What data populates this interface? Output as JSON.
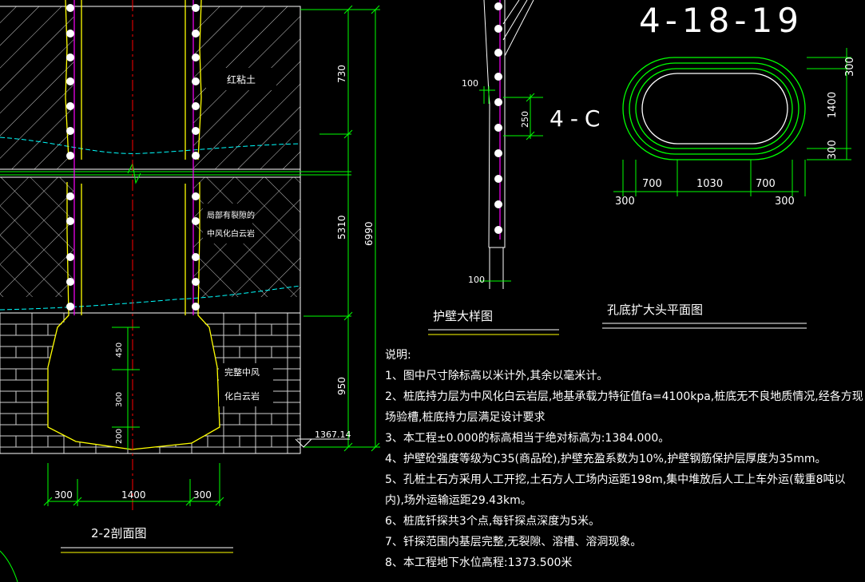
{
  "section": {
    "title": "2-2剖面图",
    "soil_labels": {
      "red_clay": "红粘土",
      "fissured_line1": "局部有裂隙的",
      "fissured_line2": "中风化白云岩",
      "intact_line1": "完整中风",
      "intact_line2": "化白云岩"
    },
    "dims_right": {
      "d730": "730",
      "d5310": "5310",
      "d6990": "6990",
      "d950": "950"
    },
    "dims_inner": {
      "d450": "450",
      "d300": "300",
      "d200": "200"
    },
    "dims_bottom": {
      "left": "300",
      "mid": "1400",
      "right": "300"
    },
    "elevation": "1367.14"
  },
  "detail": {
    "title": "护壁大样图",
    "dim_100_top": "100",
    "dim_250": "250",
    "dim_100_bottom": "100",
    "section_mark": "4-C"
  },
  "plan": {
    "title": "孔底扩大头平面图",
    "label_top": "4-18-19",
    "dims_bottom": {
      "a": "700",
      "b": "1030",
      "c": "700",
      "l300": "300",
      "r300": "300"
    },
    "dims_right": {
      "top300": "300",
      "mid1400": "1400",
      "bot300": "300"
    }
  },
  "notes": {
    "heading": "说明:",
    "items": [
      "1、图中尺寸除标高以米计外,其余以毫米计。",
      "2、桩底持力层为中风化白云岩层,地基承载力特征值fa=4100kpa,桩底无不良地质情况,经各方现场验槽,桩底持力层满足设计要求",
      "3、本工程±0.000的标高相当于绝对标高为:1384.000。",
      "4、护壁砼强度等级为C35(商品砼),护壁充盈系数为10%,护壁钢筋保护层厚度为35mm。",
      "5、孔桩土石方采用人工开挖,土石方人工场内运距198m,集中堆放后人工上车外运(载重8吨以内),场外运输运距29.43km。",
      "6、桩底钎探共3个点,每钎探点深度为5米。",
      "7、钎探范围内基层完整,无裂隙、溶槽、溶洞现象。",
      "8、本工程地下水位高程:1373.500米"
    ]
  },
  "colors": {
    "background": "#000000",
    "line_white": "#ffffff",
    "dim_green": "#00ff00",
    "wall_yellow": "#ffff00",
    "rebar_magenta": "#ff00ff",
    "water_cyan": "#00ffff",
    "axis_red": "#ff0000"
  }
}
